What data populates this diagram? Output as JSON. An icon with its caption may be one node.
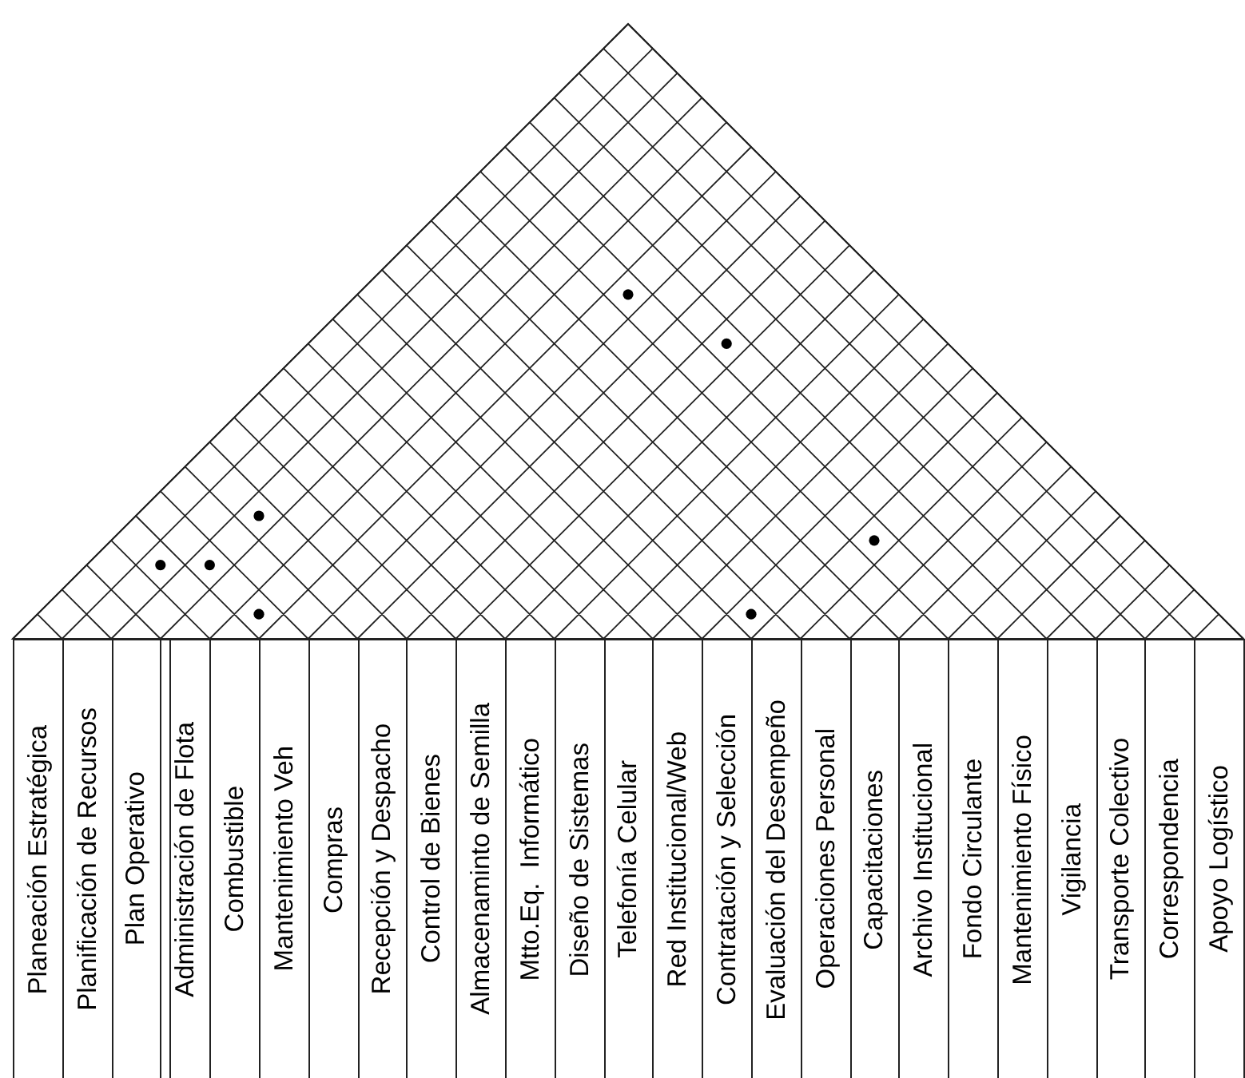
{
  "diagram": {
    "nodes": [
      {
        "text": [
          "Planeación Estratégica"
        ]
      },
      {
        "text": [
          "Planificación de Recursos"
        ]
      },
      {
        "text": [
          "Plan Operativo"
        ]
      },
      {
        "text": [
          "Administración de Flota"
        ]
      },
      {
        "text": [
          "Combustible"
        ]
      },
      {
        "text": [
          "Mantenimiento Veh"
        ]
      },
      {
        "text": [
          "Compras"
        ]
      },
      {
        "text": [
          "Recepción y Despacho"
        ]
      },
      {
        "text": [
          "Control de Bienes"
        ]
      },
      {
        "text": [
          "Almacenaminto de Semilla"
        ]
      },
      {
        "text": [
          "Mtto.Eq.  Informático"
        ]
      },
      {
        "text": [
          "Diseño de Sistemas"
        ]
      },
      {
        "text": [
          "Telefonía Celular"
        ]
      },
      {
        "text": [
          "Red Institucional/Web"
        ]
      },
      {
        "text": [
          "Contratación y Selección"
        ]
      },
      {
        "text": [
          "Evaluación del Desempeño"
        ]
      },
      {
        "text": [
          "Operaciones Personal"
        ]
      },
      {
        "text": [
          "Capacitaciones"
        ]
      },
      {
        "text": [
          "Archivo Institucional"
        ]
      },
      {
        "text": [
          "Fondo Circulante"
        ]
      },
      {
        "text": [
          "Mantenimiento Físico"
        ]
      },
      {
        "text": [
          "Vigilancia"
        ]
      },
      {
        "text": [
          "Transporte Colectivo"
        ]
      },
      {
        "text": [
          "Correspondencia"
        ]
      },
      {
        "text": [
          "Apoyo Logístico"
        ]
      }
    ]
  }
}
